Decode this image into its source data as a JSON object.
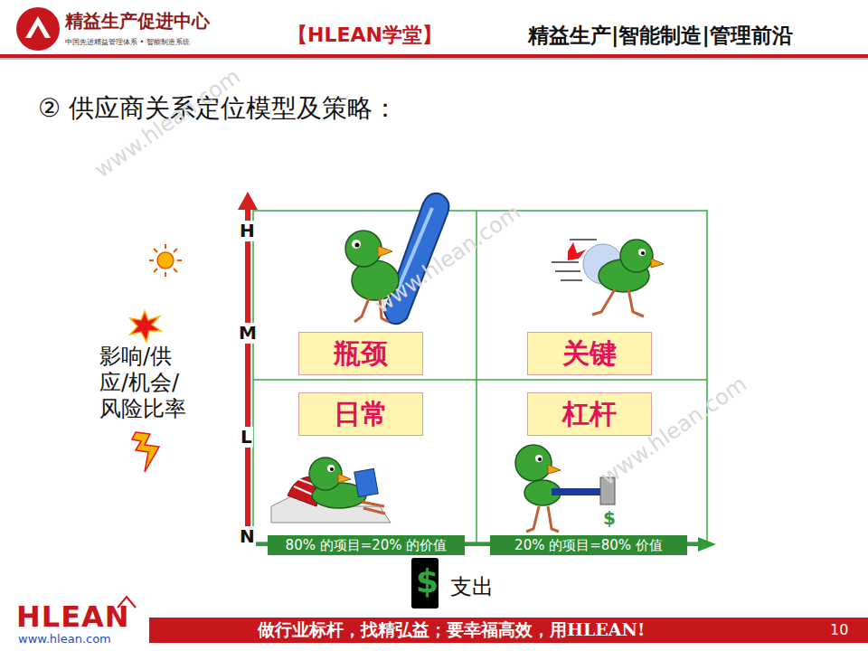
{
  "diagram": {
    "title": "② 供应商关系定位模型及策略：",
    "nodes": [
      {
        "text": [
          "瓶颈"
        ]
      },
      {
        "text": [
          "关键"
        ]
      },
      {
        "text": [
          "日常"
        ]
      },
      {
        "text": [
          "杠杆"
        ]
      },
      {
        "text": [
          "80% 的项目=20% 的价值"
        ]
      },
      {
        "text": [
          "20% 的项目=80% 价值"
        ]
      }
    ],
    "labels": [
      "精益生产促进中心",
      "中国先进精益管理体系 • 智能制造系统",
      "【HLEAN学堂】",
      "精益生产|智能制造|管理前沿",
      "H",
      "M",
      "L",
      "N",
      "影响/供应/机会/风险比率",
      "$",
      "$",
      "支出",
      "HLEAN",
      "www.hlean.com",
      "做行业标杆，找精弘益；要幸福高效，用HLEAN!",
      "10",
      "www.hlean.com",
      "www.hlean.com",
      "www.hlean.com"
    ]
  }
}
